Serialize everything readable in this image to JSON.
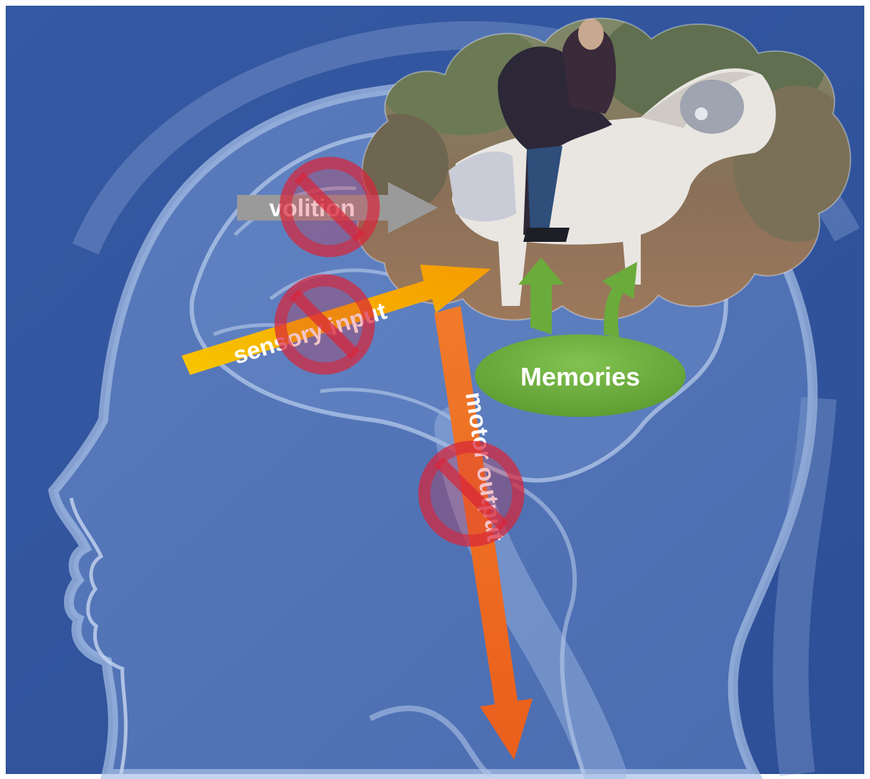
{
  "labels": {
    "volition": "volition",
    "sensory_input": "sensory input",
    "motor_output": "motor output",
    "memories": "Memories"
  },
  "blocked_pathways": [
    "volition",
    "sensory input",
    "motor output"
  ],
  "colors": {
    "background": "#3d62a8",
    "head_light": "#8fa9d6",
    "volition_arrow": "#9a9a9a",
    "sensory_arrow": "#f5b800",
    "motor_arrow": "#ee6a22",
    "memories": "#6aab3b",
    "block_sign": "#d8263a"
  },
  "icons": [
    "no-entry-icon",
    "dream-cloud-image"
  ]
}
